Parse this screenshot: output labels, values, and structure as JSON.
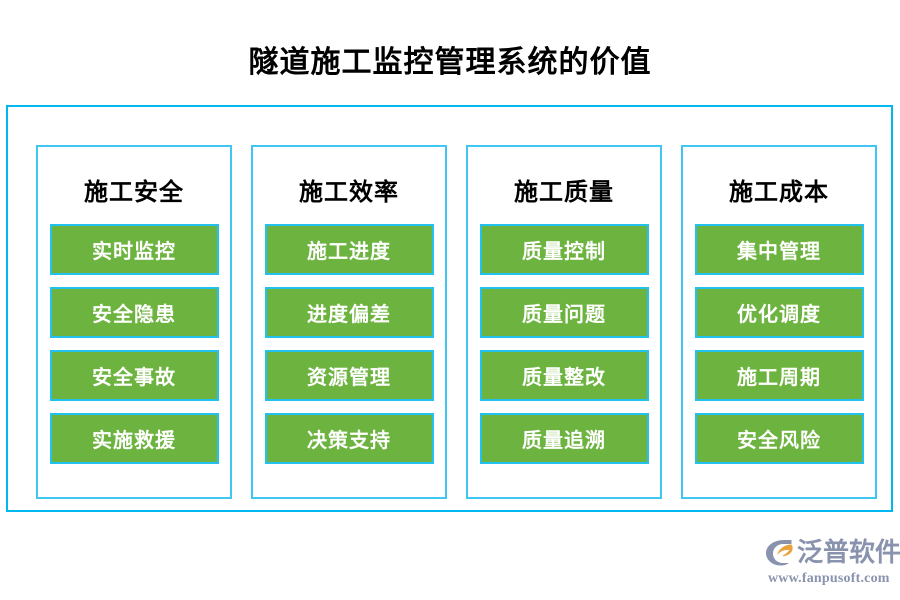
{
  "page": {
    "title": "隧道施工监控管理系统的价值",
    "background_color": "#ffffff",
    "accent_border_color": "#00b8f0",
    "item_green_color": "#6db33f",
    "item_border_color": "#22c1ee",
    "title_color": "#000000"
  },
  "columns": [
    {
      "header": "施工安全",
      "items": [
        {
          "label": "实时监控"
        },
        {
          "label": "安全隐患"
        },
        {
          "label": "安全事故"
        },
        {
          "label": "实施救援"
        }
      ]
    },
    {
      "header": "施工效率",
      "items": [
        {
          "label": "施工进度"
        },
        {
          "label": "进度偏差"
        },
        {
          "label": "资源管理"
        },
        {
          "label": "决策支持"
        }
      ]
    },
    {
      "header": "施工质量",
      "items": [
        {
          "label": "质量控制"
        },
        {
          "label": "质量问题"
        },
        {
          "label": "质量整改"
        },
        {
          "label": "质量追溯"
        }
      ]
    },
    {
      "header": "施工成本",
      "items": [
        {
          "label": "集中管理"
        },
        {
          "label": "优化调度"
        },
        {
          "label": "施工周期"
        },
        {
          "label": "安全风险"
        }
      ]
    }
  ],
  "logo": {
    "name": "泛普软件",
    "url": "www.fanpusoft.com",
    "mark_icon": "fanpu-swoosh-logo-icon",
    "text_color": "#8a93ae",
    "mark_accent_color": "#e8a33d"
  }
}
